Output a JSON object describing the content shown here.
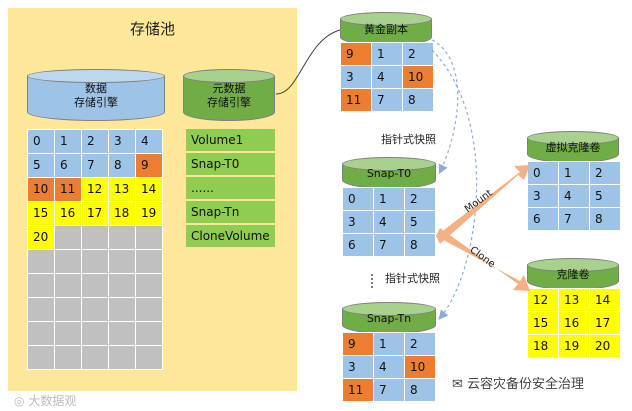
{
  "pool": {
    "title": "存储池",
    "data_index": {
      "line1": "数据",
      "line2": "存储引擎"
    },
    "meta_index": {
      "line1": "元数据",
      "line2": "存储引擎"
    },
    "blocks": [
      {
        "v": "0",
        "color": "blue"
      },
      {
        "v": "1",
        "color": "blue"
      },
      {
        "v": "2",
        "color": "blue"
      },
      {
        "v": "3",
        "color": "blue"
      },
      {
        "v": "4",
        "color": "blue"
      },
      {
        "v": "5",
        "color": "blue"
      },
      {
        "v": "6",
        "color": "blue"
      },
      {
        "v": "7",
        "color": "blue"
      },
      {
        "v": "8",
        "color": "blue"
      },
      {
        "v": "9",
        "color": "orange"
      },
      {
        "v": "10",
        "color": "orange"
      },
      {
        "v": "11",
        "color": "orange"
      },
      {
        "v": "12",
        "color": "yellow"
      },
      {
        "v": "13",
        "color": "yellow"
      },
      {
        "v": "14",
        "color": "yellow"
      },
      {
        "v": "15",
        "color": "yellow"
      },
      {
        "v": "16",
        "color": "yellow"
      },
      {
        "v": "17",
        "color": "yellow"
      },
      {
        "v": "18",
        "color": "yellow"
      },
      {
        "v": "19",
        "color": "yellow"
      },
      {
        "v": "20",
        "color": "yellow"
      },
      {
        "v": "",
        "color": "gray"
      },
      {
        "v": "",
        "color": "gray"
      },
      {
        "v": "",
        "color": "gray"
      },
      {
        "v": "",
        "color": "gray"
      },
      {
        "v": "",
        "color": "gray"
      },
      {
        "v": "",
        "color": "gray"
      },
      {
        "v": "",
        "color": "gray"
      },
      {
        "v": "",
        "color": "gray"
      },
      {
        "v": "",
        "color": "gray"
      },
      {
        "v": "",
        "color": "gray"
      },
      {
        "v": "",
        "color": "gray"
      },
      {
        "v": "",
        "color": "gray"
      },
      {
        "v": "",
        "color": "gray"
      },
      {
        "v": "",
        "color": "gray"
      },
      {
        "v": "",
        "color": "gray"
      },
      {
        "v": "",
        "color": "gray"
      },
      {
        "v": "",
        "color": "gray"
      },
      {
        "v": "",
        "color": "gray"
      },
      {
        "v": "",
        "color": "gray"
      },
      {
        "v": "",
        "color": "gray"
      },
      {
        "v": "",
        "color": "gray"
      },
      {
        "v": "",
        "color": "gray"
      },
      {
        "v": "",
        "color": "gray"
      },
      {
        "v": "",
        "color": "gray"
      },
      {
        "v": "",
        "color": "gray"
      },
      {
        "v": "",
        "color": "gray"
      },
      {
        "v": "",
        "color": "gray"
      },
      {
        "v": "",
        "color": "gray"
      },
      {
        "v": "",
        "color": "gray"
      }
    ],
    "meta_items": [
      "Volume1",
      "Snap-T0",
      "......",
      "Snap-Tn",
      "CloneVolume"
    ]
  },
  "golden": {
    "title": "黄金副本",
    "cells": [
      {
        "v": "9",
        "color": "orange"
      },
      {
        "v": "1",
        "color": "blue"
      },
      {
        "v": "2",
        "color": "blue"
      },
      {
        "v": "3",
        "color": "blue"
      },
      {
        "v": "4",
        "color": "blue"
      },
      {
        "v": "10",
        "color": "orange"
      },
      {
        "v": "11",
        "color": "orange"
      },
      {
        "v": "7",
        "color": "blue"
      },
      {
        "v": "8",
        "color": "blue"
      }
    ]
  },
  "snap_t0": {
    "title": "Snap-T0",
    "cells": [
      {
        "v": "0",
        "color": "blue"
      },
      {
        "v": "1",
        "color": "blue"
      },
      {
        "v": "2",
        "color": "blue"
      },
      {
        "v": "3",
        "color": "blue"
      },
      {
        "v": "4",
        "color": "blue"
      },
      {
        "v": "5",
        "color": "blue"
      },
      {
        "v": "6",
        "color": "blue"
      },
      {
        "v": "7",
        "color": "blue"
      },
      {
        "v": "8",
        "color": "blue"
      }
    ]
  },
  "snap_tn": {
    "title": "Snap-Tn",
    "cells": [
      {
        "v": "9",
        "color": "orange"
      },
      {
        "v": "1",
        "color": "blue"
      },
      {
        "v": "2",
        "color": "blue"
      },
      {
        "v": "3",
        "color": "blue"
      },
      {
        "v": "4",
        "color": "blue"
      },
      {
        "v": "10",
        "color": "orange"
      },
      {
        "v": "11",
        "color": "orange"
      },
      {
        "v": "7",
        "color": "blue"
      },
      {
        "v": "8",
        "color": "blue"
      }
    ]
  },
  "virtual_clone": {
    "title": "虚拟克隆卷",
    "cells": [
      {
        "v": "0",
        "color": "blue"
      },
      {
        "v": "1",
        "color": "blue"
      },
      {
        "v": "2",
        "color": "blue"
      },
      {
        "v": "3",
        "color": "blue"
      },
      {
        "v": "4",
        "color": "blue"
      },
      {
        "v": "5",
        "color": "blue"
      },
      {
        "v": "6",
        "color": "blue"
      },
      {
        "v": "7",
        "color": "blue"
      },
      {
        "v": "8",
        "color": "blue"
      }
    ]
  },
  "clone": {
    "title": "克隆卷",
    "cells": [
      {
        "v": "12",
        "color": "yellow"
      },
      {
        "v": "13",
        "color": "yellow"
      },
      {
        "v": "14",
        "color": "yellow"
      },
      {
        "v": "15",
        "color": "yellow"
      },
      {
        "v": "16",
        "color": "yellow"
      },
      {
        "v": "17",
        "color": "yellow"
      },
      {
        "v": "18",
        "color": "yellow"
      },
      {
        "v": "19",
        "color": "yellow"
      },
      {
        "v": "20",
        "color": "yellow"
      }
    ]
  },
  "labels": {
    "pointer_snapshot_1": "指针式快照",
    "pointer_snapshot_2": "指针式快照",
    "dots": "⋮",
    "mount": "Mount",
    "clone": "Clone"
  },
  "watermarks": {
    "left": "大数据观",
    "right": "云容灾备份安全治理"
  },
  "colors": {
    "blue": "#9dc3e6",
    "orange": "#ed7d31",
    "yellow": "#ffff00",
    "gray": "#c0c0c0",
    "green": "#8fcc51",
    "pool": "#fde899",
    "arrow": "#f4b183"
  }
}
